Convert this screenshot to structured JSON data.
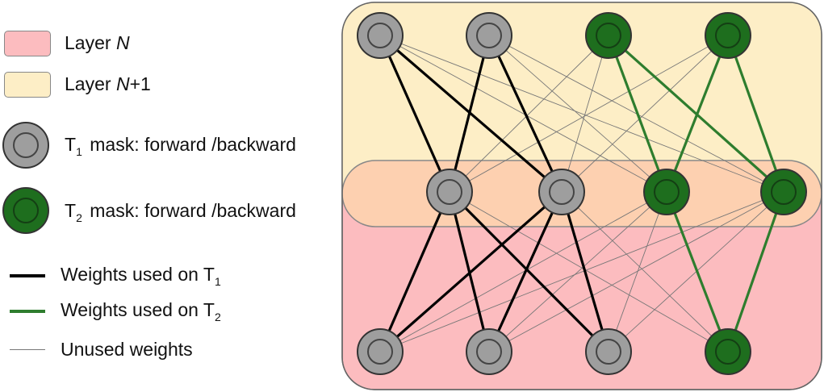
{
  "legend": {
    "layer_n": {
      "prefix": "Layer ",
      "var": "N",
      "suffix": ""
    },
    "layer_n1": {
      "prefix": "Layer ",
      "var": "N",
      "suffix": "+1"
    },
    "t1_mask": {
      "prefix": "T",
      "sub": "1",
      "suffix": " mask: forward /backward"
    },
    "t2_mask": {
      "prefix": "T",
      "sub": "2",
      "suffix": " mask: forward /backward"
    },
    "weights_t1": {
      "prefix": "Weights used on T",
      "sub": "1"
    },
    "weights_t2": {
      "prefix": "Weights used on T",
      "sub": "2"
    },
    "unused": {
      "label": "Unused weights"
    }
  },
  "colors": {
    "layer_n": "#fcbcbf",
    "layer_n1": "#fdeec6",
    "overlap": "#fdd0b0",
    "t1_node": "#9e9e9e",
    "t2_node": "#1e6e1e",
    "t1_weight": "#000000",
    "t2_weight": "#2e7d2e",
    "unused_weight": "#777777"
  },
  "network": {
    "top_nodes": [
      "T1",
      "T1",
      "T2",
      "T2"
    ],
    "middle_nodes": [
      "T1",
      "T1",
      "T2",
      "T2"
    ],
    "bottom_nodes": [
      "T1",
      "T1",
      "T1",
      "T2"
    ],
    "top_edges_t1": [
      [
        0,
        0
      ],
      [
        0,
        1
      ],
      [
        1,
        0
      ],
      [
        1,
        1
      ]
    ],
    "top_edges_t2": [
      [
        2,
        2
      ],
      [
        2,
        3
      ],
      [
        3,
        2
      ],
      [
        3,
        3
      ]
    ],
    "bottom_edges_t1": [
      [
        0,
        0
      ],
      [
        0,
        1
      ],
      [
        0,
        2
      ],
      [
        1,
        0
      ],
      [
        1,
        1
      ],
      [
        1,
        2
      ]
    ],
    "bottom_edges_t2": [
      [
        2,
        3
      ],
      [
        3,
        3
      ]
    ]
  }
}
